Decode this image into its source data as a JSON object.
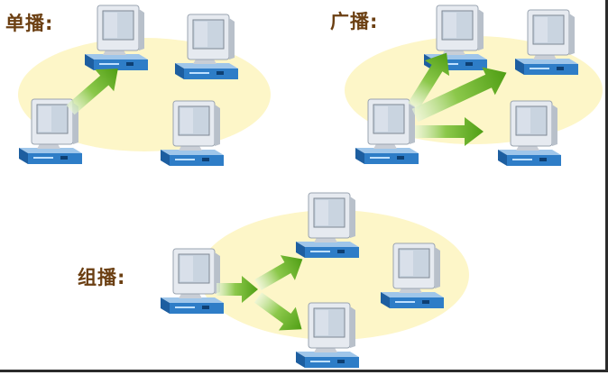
{
  "labels": {
    "unicast": "单播:",
    "broadcast": "广播:",
    "multicast": "组播:"
  },
  "colors": {
    "ellipse": "#fdf6c8",
    "label_text": "#6b3f12",
    "arrow_green": "#58a81c",
    "monitor_frame": "#e6eaf0",
    "screen": "#c9d4e0",
    "tower": "#2e7dc7",
    "frame": "#2b2b2b"
  },
  "groups": [
    {
      "name": "unicast",
      "computers": 4,
      "arrows": 1
    },
    {
      "name": "broadcast",
      "computers": 4,
      "arrows": 3
    },
    {
      "name": "multicast",
      "computers": 4,
      "arrows": 3
    }
  ],
  "icons": [
    "computer-icon",
    "arrow-icon"
  ]
}
